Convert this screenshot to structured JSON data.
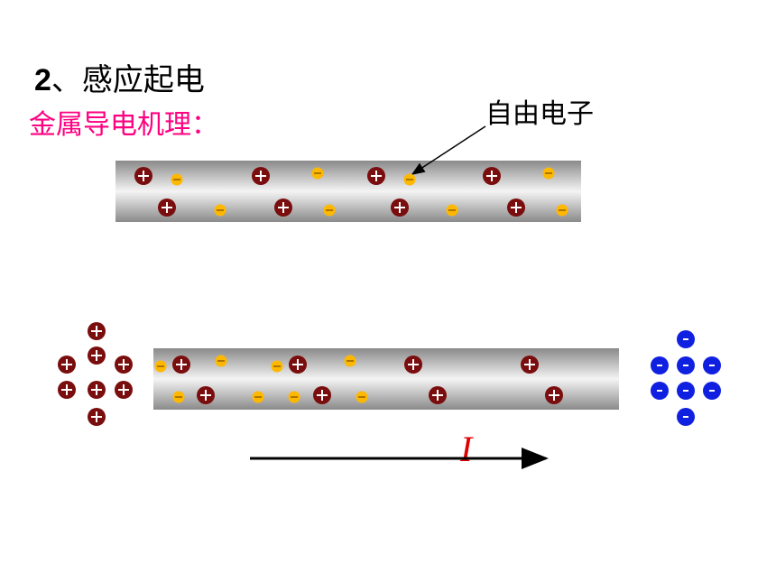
{
  "heading": {
    "number": "2",
    "text": "、感应起电"
  },
  "subheading": "金属导电机理：",
  "annotation": "自由电子",
  "current_label": "I",
  "colors": {
    "positive_ion": "#7a0d0d",
    "free_electron": "#ffb800",
    "negative_charge": "#1020e0",
    "subheading": "#ff0080",
    "current_label": "#e00000"
  },
  "symbols": {
    "plus": "+",
    "minus": "-"
  }
}
